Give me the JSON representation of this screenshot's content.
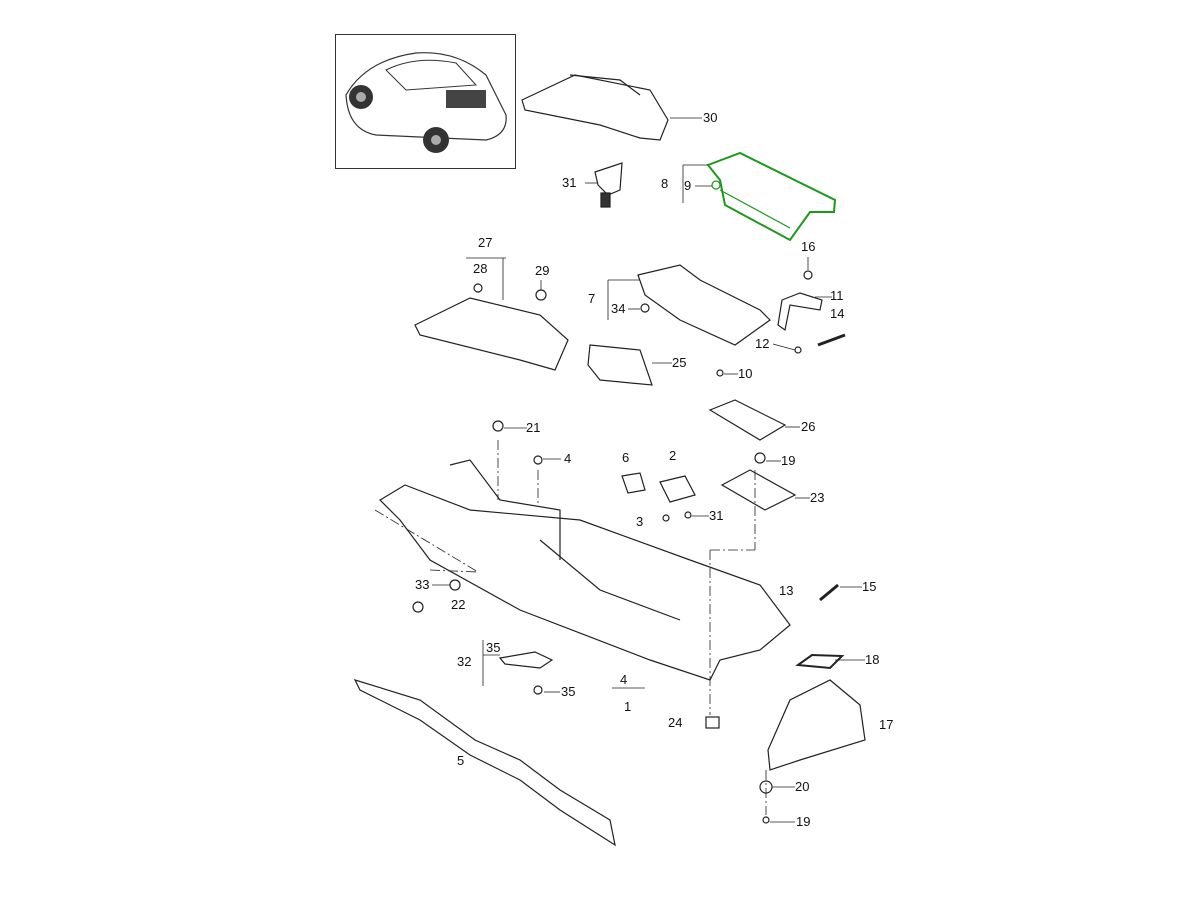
{
  "diagram": {
    "highlight_color": "#1a9a1a",
    "line_color": "#222222",
    "callouts": [
      {
        "id": "c30",
        "text": "30"
      },
      {
        "id": "c31a",
        "text": "31"
      },
      {
        "id": "c8",
        "text": "8"
      },
      {
        "id": "c9",
        "text": "9"
      },
      {
        "id": "c16",
        "text": "16"
      },
      {
        "id": "c27",
        "text": "27"
      },
      {
        "id": "c28",
        "text": "28"
      },
      {
        "id": "c29",
        "text": "29"
      },
      {
        "id": "c7",
        "text": "7"
      },
      {
        "id": "c34",
        "text": "34"
      },
      {
        "id": "c11",
        "text": "11"
      },
      {
        "id": "c14",
        "text": "14"
      },
      {
        "id": "c12",
        "text": "12"
      },
      {
        "id": "c25",
        "text": "25"
      },
      {
        "id": "c10",
        "text": "10"
      },
      {
        "id": "c26",
        "text": "26"
      },
      {
        "id": "c21",
        "text": "21"
      },
      {
        "id": "c4a",
        "text": "4"
      },
      {
        "id": "c6",
        "text": "6"
      },
      {
        "id": "c2",
        "text": "2"
      },
      {
        "id": "c19a",
        "text": "19"
      },
      {
        "id": "c23",
        "text": "23"
      },
      {
        "id": "c3",
        "text": "3"
      },
      {
        "id": "c31b",
        "text": "31"
      },
      {
        "id": "c13",
        "text": "13"
      },
      {
        "id": "c15",
        "text": "15"
      },
      {
        "id": "c33",
        "text": "33"
      },
      {
        "id": "c22",
        "text": "22"
      },
      {
        "id": "c32",
        "text": "32"
      },
      {
        "id": "c35a",
        "text": "35"
      },
      {
        "id": "c35b",
        "text": "35"
      },
      {
        "id": "c4b",
        "text": "4"
      },
      {
        "id": "c1",
        "text": "1"
      },
      {
        "id": "c18",
        "text": "18"
      },
      {
        "id": "c24",
        "text": "24"
      },
      {
        "id": "c17",
        "text": "17"
      },
      {
        "id": "c5",
        "text": "5"
      },
      {
        "id": "c20",
        "text": "20"
      },
      {
        "id": "c19b",
        "text": "19"
      }
    ]
  }
}
